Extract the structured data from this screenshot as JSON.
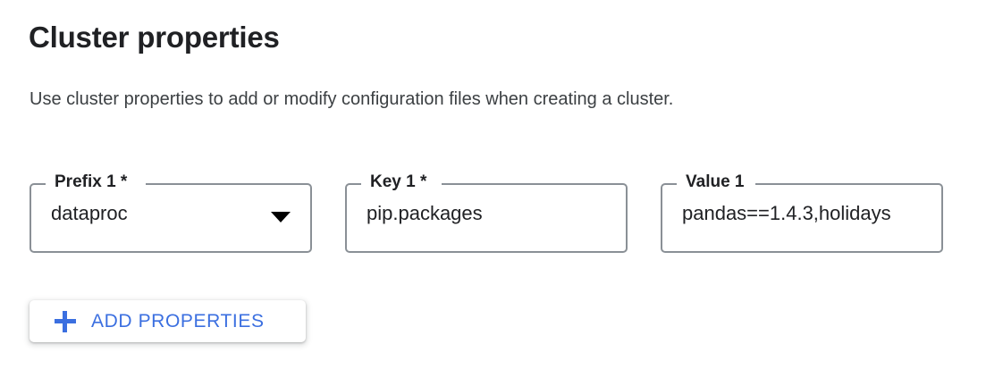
{
  "section": {
    "title": "Cluster properties",
    "description": "Use cluster properties to add or modify configuration files when creating a cluster."
  },
  "fields": [
    {
      "label": "Prefix 1 *",
      "value": "dataproc",
      "control": "select",
      "icon": "chevron-down-icon",
      "required": true
    },
    {
      "label": "Key 1 *",
      "value": "pip.packages",
      "control": "text",
      "required": true
    },
    {
      "label": "Value 1",
      "value": "pandas==1.4.3,holidays",
      "control": "text",
      "required": false
    }
  ],
  "add_button": {
    "label": "ADD PROPERTIES",
    "icon": "plus-icon",
    "accent_color": "#3b6fe0"
  },
  "colors": {
    "accent": "#3b6fe0",
    "text": "#202124",
    "secondary_text": "#3c4043",
    "field_border": "#8a9096",
    "background": "#ffffff"
  }
}
